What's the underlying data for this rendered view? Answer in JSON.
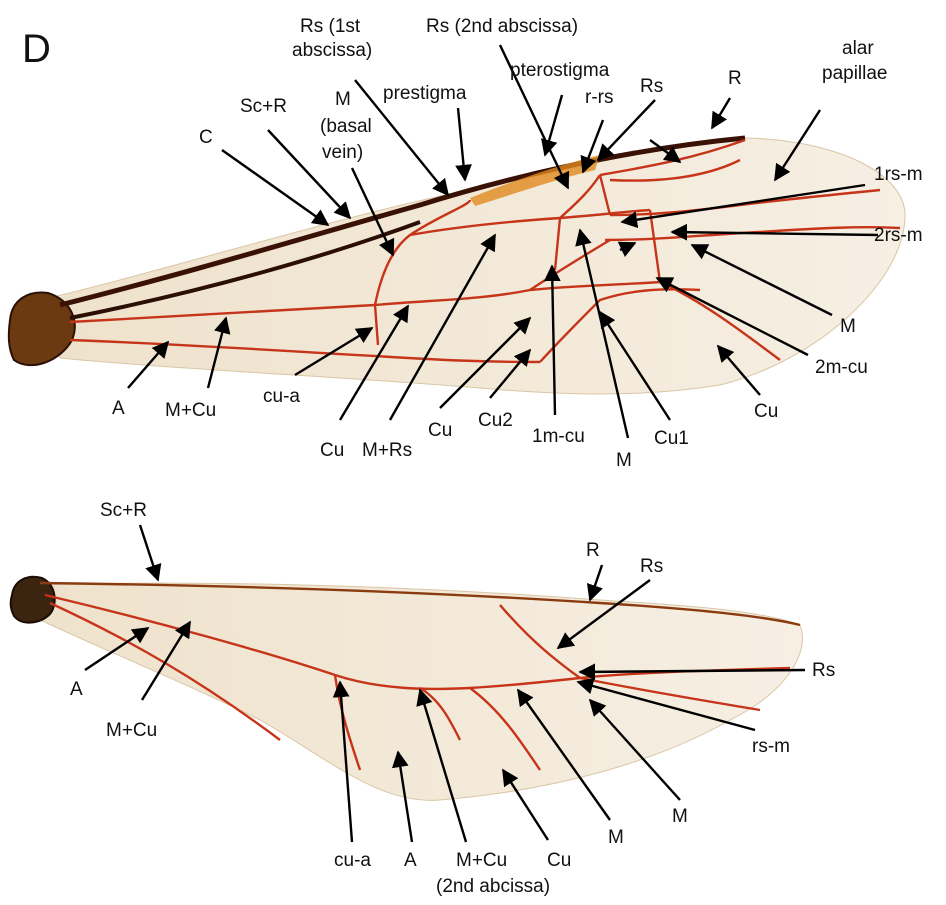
{
  "figure": {
    "panel_letter": "D",
    "forewing_labels": {
      "rs_first_line1": "Rs (1st",
      "rs_first_line2": "abscissa)",
      "rs_second": "Rs (2nd abscissa)",
      "pterostigma": "pterostigma",
      "r_rs": "r-rs",
      "prestigma": "prestigma",
      "m_basal_line1": "M",
      "m_basal_line2": "(basal",
      "m_basal_line3": "vein)",
      "sc_r": "Sc+R",
      "c": "C",
      "rs": "Rs",
      "r": "R",
      "alar_line1": "alar",
      "alar_line2": "papillae",
      "one_rs_m": "1rs-m",
      "two_rs_m": "2rs-m",
      "m_right": "M",
      "two_m_cu": "2m-cu",
      "cu_right": "Cu",
      "a": "A",
      "m_cu": "M+Cu",
      "cu_a": "cu-a",
      "cu_low": "Cu",
      "m_rs": "M+Rs",
      "cu_mid": "Cu",
      "cu2": "Cu2",
      "one_m_cu": "1m-cu",
      "m_bottom": "M",
      "cu1": "Cu1"
    },
    "hindwing_labels": {
      "sc_r": "Sc+R",
      "r": "R",
      "rs_upper": "Rs",
      "rs_right": "Rs",
      "rs_m": "rs-m",
      "m_right": "M",
      "m_mid": "M",
      "a_left": "A",
      "m_cu_left": "M+Cu",
      "cu_a": "cu-a",
      "a_bottom": "A",
      "m_cu_line1": "M+Cu",
      "m_cu_line2": "(2nd abcissa)",
      "cu": "Cu"
    },
    "colors": {
      "membrane": "#f3e9d8",
      "vein": "#c6351a",
      "costal_dark": "#3a1205",
      "base": "#6b3a10",
      "stigma": "#e08a1e"
    }
  }
}
